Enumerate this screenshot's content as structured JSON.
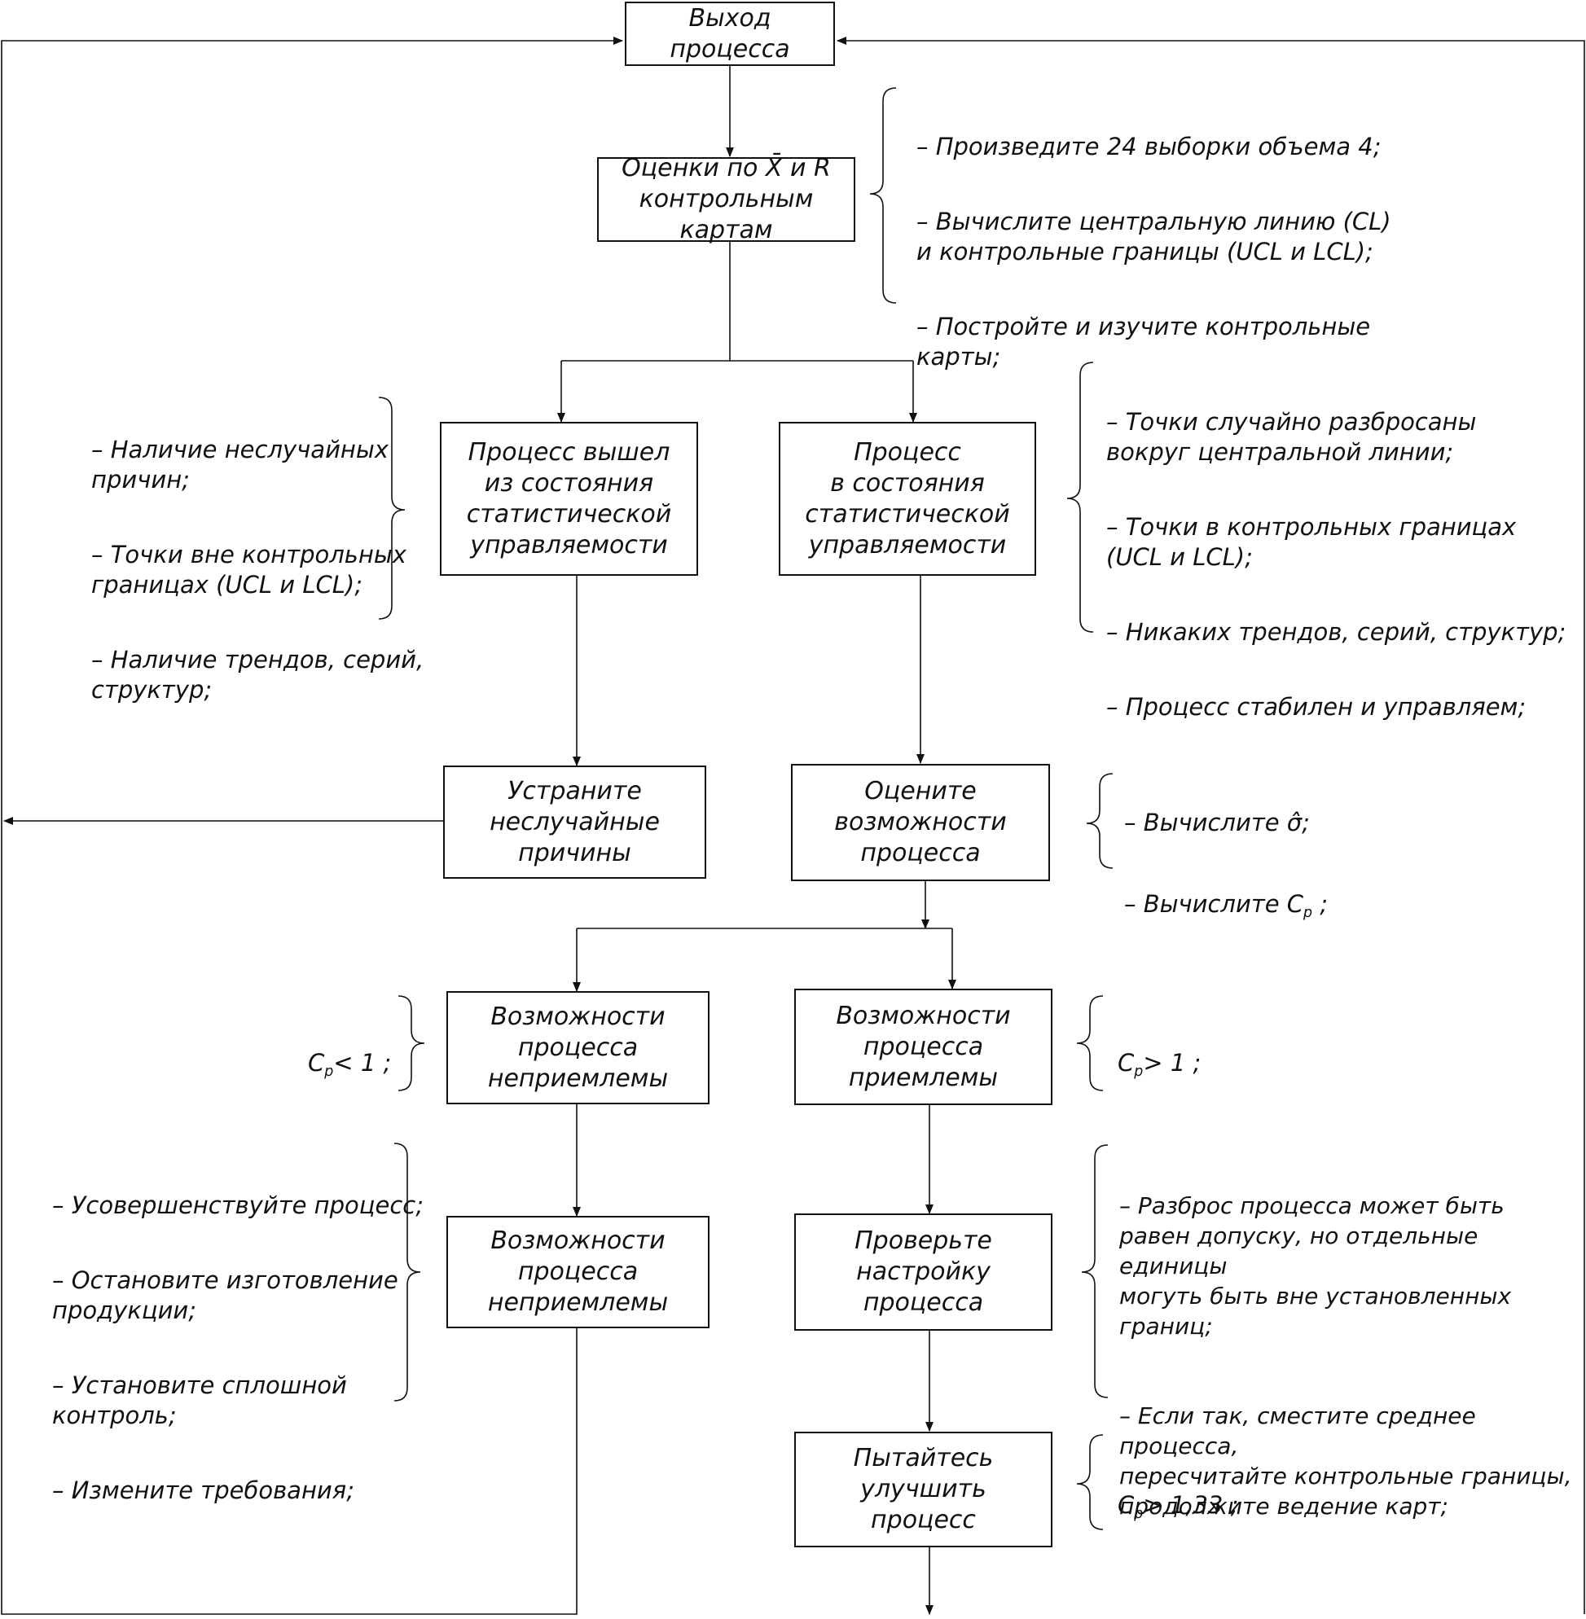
{
  "boxes": {
    "output": "Выход процесса",
    "estimates": "Оценки по X̄ и R\nконтрольным картам",
    "out_of_control": "Процесс вышел\nиз состояния\nстатистической\nуправляемости",
    "in_control": "Процесс\nв состояния\nстатистической\nуправляемости",
    "remove_causes": "Устраните\nнеслучайные\nпричины",
    "assess_capability": "Оцените\nвозможности\nпроцесса",
    "capability_unacceptable": "Возможности\nпроцесса\nнеприемлемы",
    "capability_acceptable": "Возможности\nпроцесса\nприемлемы",
    "capability_unacceptable_2": "Возможности\nпроцесса\nнеприемлемы",
    "check_setup": "Проверьте\nнастройку\nпроцесса",
    "try_improve": "Пытайтесь\nулучшить\nпроцесс"
  },
  "notes": {
    "estimates": [
      "– Произведите 24 выборки объема 4;",
      "– Вычислите центральную линию (CL)\nи контрольные границы (UCL и LCL);",
      "– Постройте и изучите контрольные\nкарты;"
    ],
    "out_of_control": [
      "– Наличие неслучайных\nпричин;",
      "– Точки вне контрольных\n границах (UCL и LCL);",
      "– Наличие трендов, серий,\nструктур;"
    ],
    "in_control": [
      "– Точки случайно разбросаны\nвокруг центральной линии;",
      "– Точки в контрольных границах\n(UCL и LCL);",
      "– Никаких трендов, серий, структур;",
      "– Процесс стабилен и управляем;"
    ],
    "assess": {
      "sigma": "– Вычислите σ̂;",
      "cp_prefix": "– Вычислите C",
      "cp_sub": "p",
      "cp_suffix": " ;"
    },
    "cp_less": {
      "c": "C",
      "sub": "p",
      "rest": "< 1 ;"
    },
    "cp_greater": {
      "c": "C",
      "sub": "p",
      "rest": "> 1 ;"
    },
    "cp_133": {
      "c": "C",
      "sub": "p",
      "rest": "> 1,33 ;"
    },
    "unacceptable_actions": [
      "– Усовершенствуйте процесс;",
      " – Остановите изготовление\nпродукции;",
      "  – Установите сплошной\nконтроль;",
      "– Измените требования;"
    ],
    "setup": [
      "– Разброс процесса может быть\nравен допуску, но отдельные единицы\nмогуть быть вне установленных границ;",
      "– Если так, сместите среднее процесса,\nпересчитайте контрольные границы,\nпродолжите ведение карт;"
    ]
  }
}
